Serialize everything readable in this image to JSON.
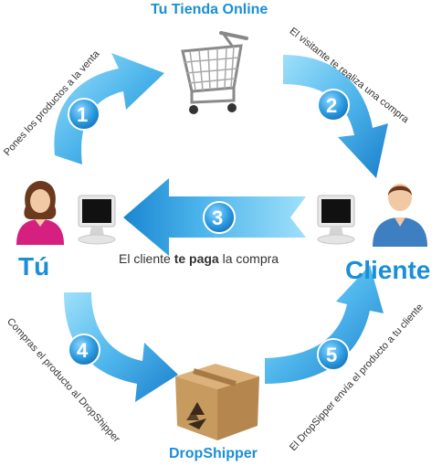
{
  "nodes": {
    "store": "Tu Tienda Online",
    "you": "Tú",
    "client": "Cliente",
    "dropshipper": "DropShipper"
  },
  "steps": [
    {
      "number": "1",
      "text": "Pones los productos a la venta"
    },
    {
      "number": "2",
      "text": "El visitante te realiza una compra"
    },
    {
      "number": "3",
      "text_before": "El cliente ",
      "text_bold": "te paga",
      "text_after": " la compra"
    },
    {
      "number": "4",
      "text": "Compras el producto al DropShipper"
    },
    {
      "number": "5",
      "text": "El DropSipper envía el producto a tu cliente"
    }
  ],
  "colors": {
    "arrow_light": "#7fd0f5",
    "arrow_dark": "#1a86d0",
    "title_blue": "#1a8fd6",
    "badge_blue": "#2b9be0"
  },
  "icons": [
    "shopping-cart-icon",
    "woman-user-icon",
    "computer-monitor-icon",
    "man-user-icon",
    "recycle-box-icon"
  ]
}
